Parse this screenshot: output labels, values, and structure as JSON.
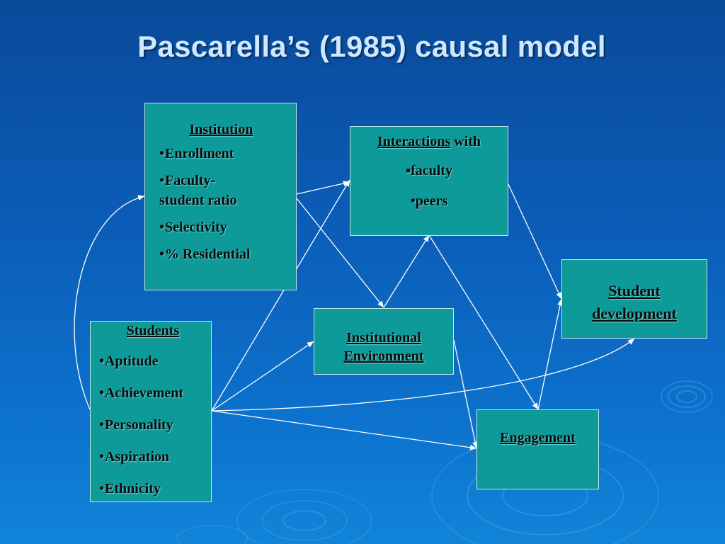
{
  "title": "Pascarella’s (1985) causal model",
  "boxes": {
    "institution": {
      "heading": "Institution",
      "items": [
        "Enrollment",
        "Faculty-",
        "student ratio",
        "Selectivity",
        "% Residential"
      ]
    },
    "interactions": {
      "heading": "Interactions",
      "heading_suffix": " with",
      "items": [
        "faculty",
        "peers"
      ]
    },
    "students": {
      "heading": "Students",
      "items": [
        "Aptitude",
        "Achievement",
        "Personality",
        "Aspiration",
        "Ethnicity"
      ]
    },
    "environment": {
      "heading_line1": "Institutional",
      "heading_line2": "Environment"
    },
    "development": {
      "heading_line1": "Student",
      "heading_line2": "development"
    },
    "engagement": {
      "heading": "Engagement"
    }
  },
  "bullets": {
    "round": "•",
    "square": "▪"
  },
  "colors": {
    "background_top": "#0a4a9a",
    "background_bottom": "#1184d8",
    "box_fill": "#0f9a9a",
    "title": "#cfe8ff",
    "arrow": "#ffffff"
  }
}
